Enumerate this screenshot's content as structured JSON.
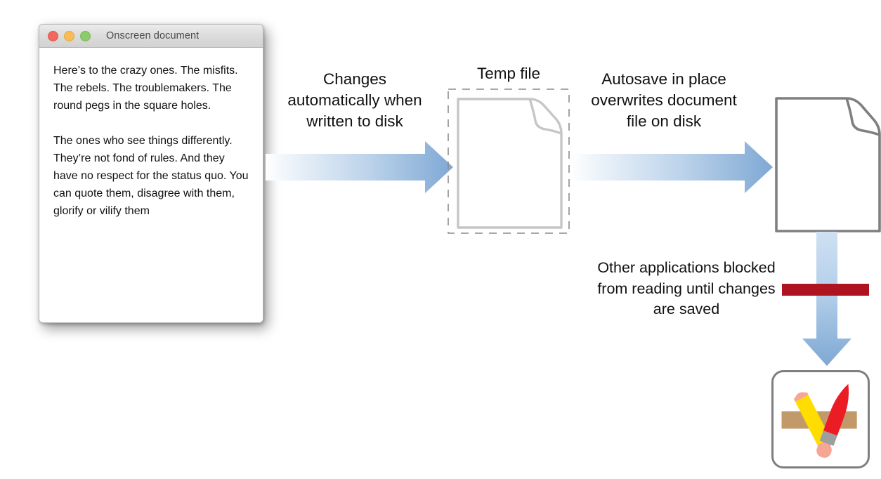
{
  "window": {
    "title": "Onscreen document",
    "controls": [
      "close-button",
      "minimize-button",
      "zoom-button"
    ],
    "paragraphs": [
      "Here’s to the crazy ones. The misfits. The rebels. The troublemakers. The round pegs in the square holes.",
      "The ones who see things differently. They’re not fond of rules. And they have no respect for the status quo. You can quote them, disagree with them, glorify or vilify them"
    ]
  },
  "labels": {
    "changes": "Changes automatically when written to disk",
    "temp_file": "Temp file",
    "autosave": "Autosave in place overwrites document file on disk",
    "blocked": "Other applications blocked from reading until changes are saved"
  },
  "colors": {
    "arrow_blue": "#7fa8d4",
    "arrow_blue_light": "#f2f6fb",
    "block_red": "#b01320",
    "temp_doc_stroke": "#c6c6c6",
    "doc_stroke": "#7f7f7f",
    "dashed_stroke": "#8c8c8c",
    "icon_pencil": "#ffdd00",
    "icon_pen": "#ec1c24",
    "icon_ruler": "#c29a6a",
    "icon_eraser": "#f7a695",
    "icon_tip": "#9e9e9e",
    "traffic_red": "#f2685f",
    "traffic_yellow": "#f7bd54",
    "traffic_green": "#8dcb6a"
  },
  "flow": {
    "steps": [
      "onscreen-document",
      "temp-file",
      "document-file-on-disk",
      "other-application"
    ]
  }
}
